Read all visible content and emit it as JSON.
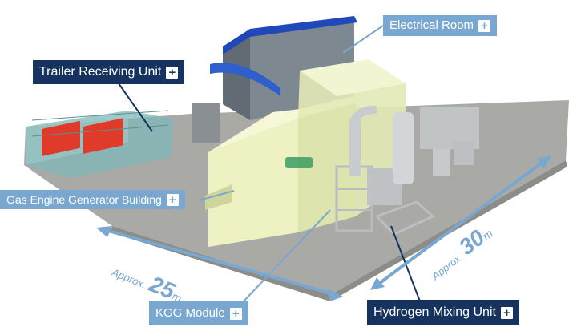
{
  "callouts": {
    "electrical_room": "Electrical Room",
    "trailer_receiving_unit": "Trailer Receiving Unit",
    "gas_engine_generator_building": "Gas Engine Generator Building",
    "kgg_module": "KGG Module",
    "hydrogen_mixing_unit": "Hydrogen Mixing Unit",
    "plus_symbol": "+"
  },
  "dimensions": {
    "length": {
      "prefix": "Approx.",
      "value": "25",
      "unit": "m"
    },
    "width": {
      "prefix": "Approx.",
      "value": "30",
      "unit": "m"
    }
  },
  "colors": {
    "callout_light": "#7aa7cf",
    "callout_dark": "#16335f",
    "ground": "#a9aaa6",
    "roof_blue": "#2148b8",
    "generator_building": "#eef2c3",
    "trailer_red": "#e03a2a",
    "dimension_arrow": "#7aa7cf"
  }
}
